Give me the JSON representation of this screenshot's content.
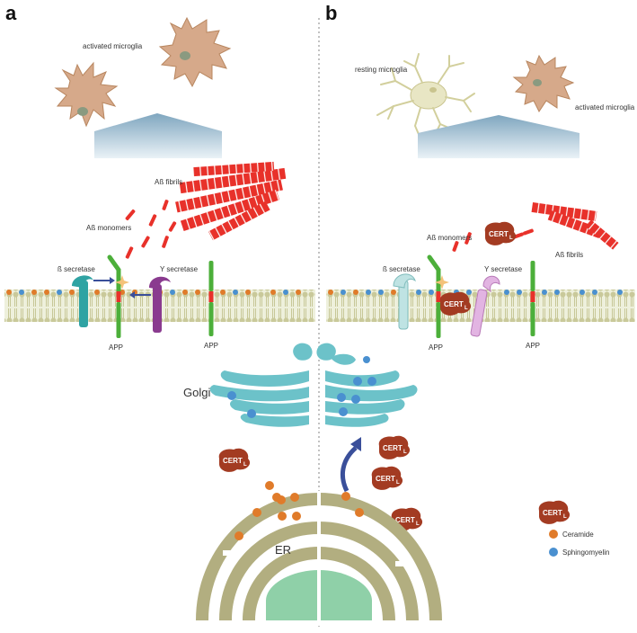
{
  "panels": {
    "a": "a",
    "b": "b"
  },
  "labels": {
    "activated_microglia": "activated microglia",
    "resting_microglia": "resting microglia",
    "abeta_fibrils": "Aß fibrils",
    "abeta_monomers": "Aß monomers",
    "beta_secretase": "ß secretase",
    "gamma_secretase": "Y secretase",
    "app": "APP",
    "golgi": "Golgi",
    "er": "ER",
    "cert": "CERT",
    "cert_sub": "L",
    "ceramide": "Ceramide",
    "sphingomyelin": "Sphingomyelin"
  },
  "colors": {
    "microglia_activated": "#d6a98a",
    "microglia_resting": "#e8e6c4",
    "fibril": "#e8312a",
    "membrane": "#c9c99a",
    "ceramide": "#e07b2a",
    "sphingomyelin": "#4a90d0",
    "cert": "#a33b22",
    "golgi": "#6cc2c9",
    "er": "#b2ae80",
    "nucleus": "#8fd0a8",
    "app": "#4caf3a",
    "beta_secretase": "#2fa3a3",
    "gamma_secretase": "#8a3b8f",
    "arrow": "#3a4f9a"
  }
}
